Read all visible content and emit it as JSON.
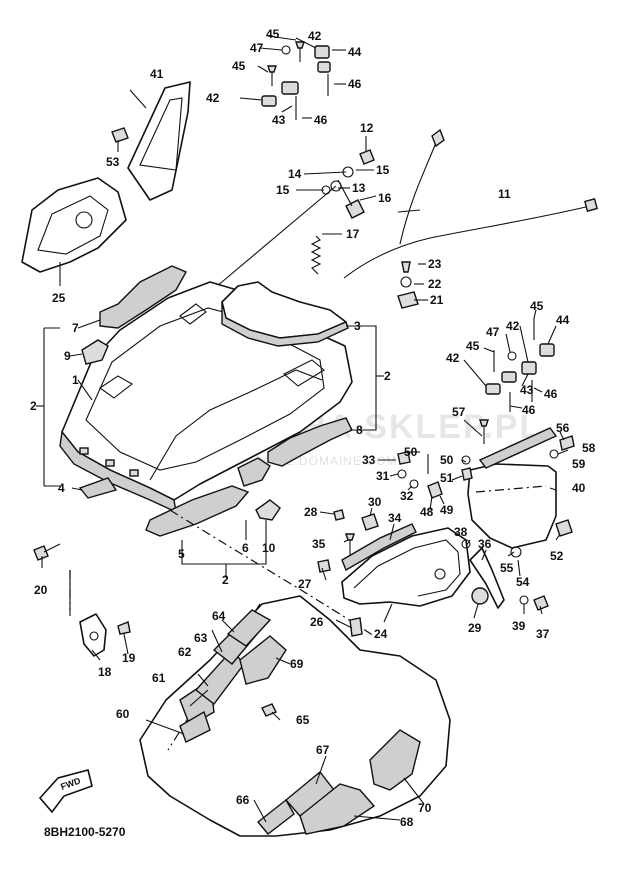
{
  "diagram_code": "8BH2100-5270",
  "fwd_label": "FWD",
  "watermark": {
    "brand": "YAMAHA SKLEP.PL",
    "subtitle": "WWW.CHWICZ.DOMAINE.COM"
  },
  "part_numbers": [
    "1",
    "2",
    "3",
    "4",
    "5",
    "6",
    "7",
    "8",
    "9",
    "10",
    "11",
    "12",
    "13",
    "14",
    "15",
    "16",
    "17",
    "18",
    "19",
    "20",
    "21",
    "22",
    "23",
    "24",
    "25",
    "26",
    "27",
    "28",
    "29",
    "30",
    "31",
    "32",
    "33",
    "34",
    "35",
    "36",
    "37",
    "38",
    "39",
    "40",
    "41",
    "42",
    "43",
    "44",
    "45",
    "46",
    "47",
    "48",
    "49",
    "50",
    "51",
    "52",
    "53",
    "54",
    "55",
    "56",
    "57",
    "58",
    "59",
    "60",
    "61",
    "62",
    "63",
    "64",
    "65",
    "66",
    "67",
    "68",
    "69",
    "70"
  ]
}
